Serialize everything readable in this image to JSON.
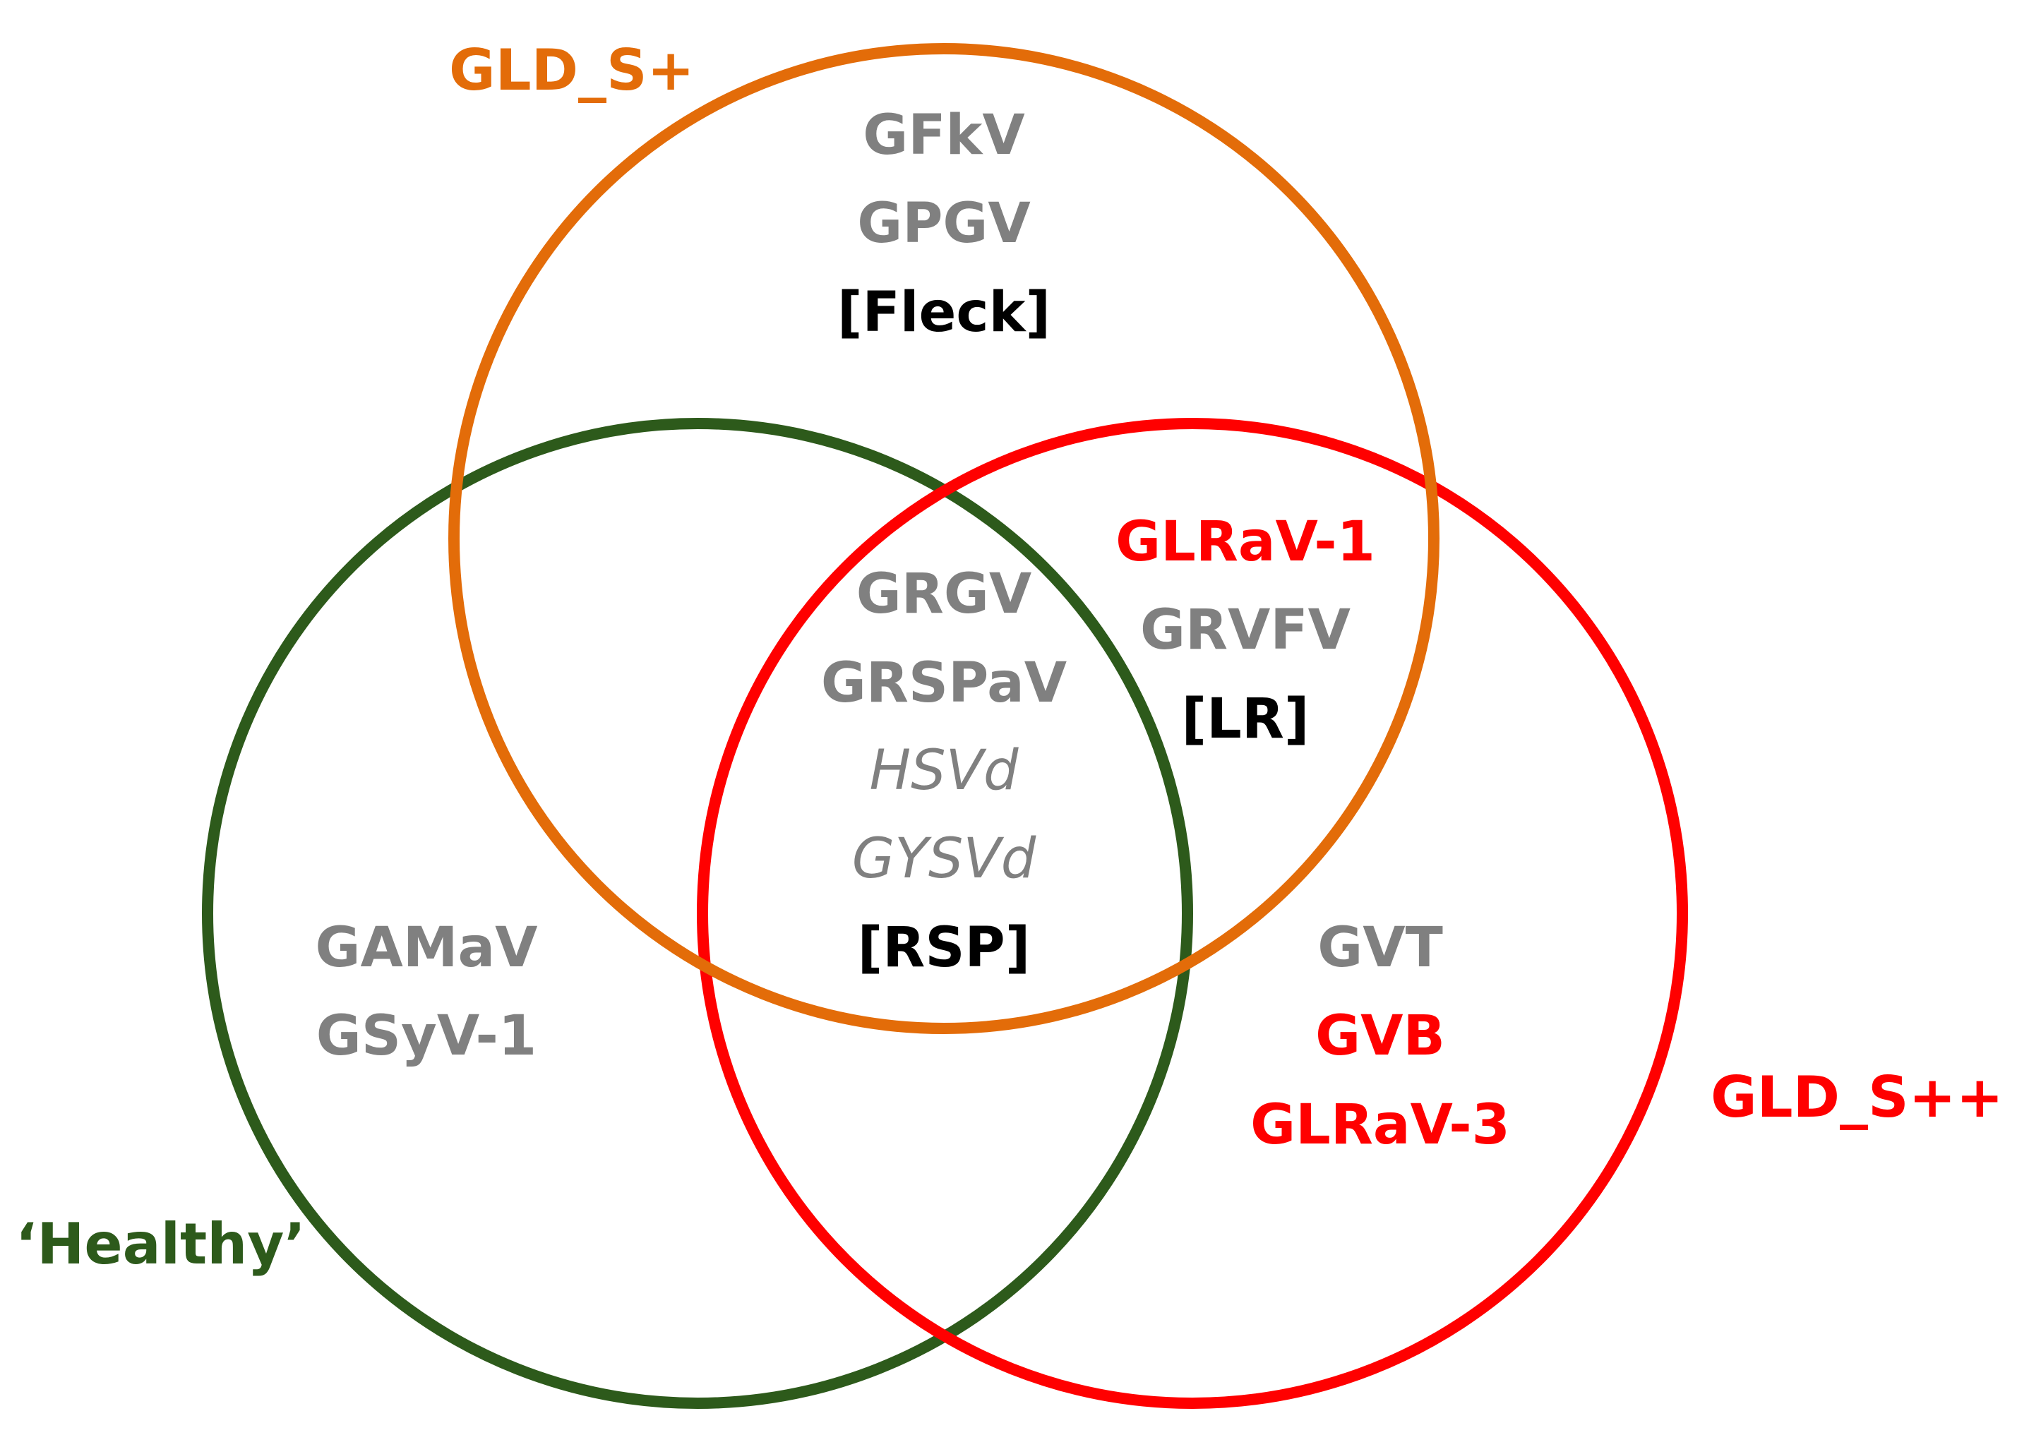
{
  "colors": {
    "gld_s_plus": "#e36c09",
    "gld_s_plus_plus": "#ff0000",
    "healthy": "#2d5a1b",
    "gray_text": "#808080",
    "black_text": "#000000",
    "red_text": "#ff0000"
  },
  "sets": {
    "gld_s_plus": "GLD_S+",
    "gld_s_plus_plus": "GLD_S++",
    "healthy": "‘Healthy’"
  },
  "regions": {
    "gld_s_plus_only": {
      "items": [
        "GFkV",
        "GPGV"
      ],
      "symptom": "[Fleck]"
    },
    "all_three": {
      "items": [
        "GRGV",
        "GRSPaV"
      ],
      "viroids": [
        "HSVd",
        "GYSVd"
      ],
      "symptom": "[RSP]"
    },
    "gld_s_plus_and_plus_plus": {
      "red_item": "GLRaV-1",
      "item": "GRVFV",
      "symptom": "[LR]"
    },
    "healthy_only": {
      "items": [
        "GAMaV",
        "GSyV-1"
      ]
    },
    "gld_s_plus_plus_only": {
      "gray_item": "GVT",
      "red_items": [
        "GVB",
        "GLRaV-3"
      ]
    }
  }
}
